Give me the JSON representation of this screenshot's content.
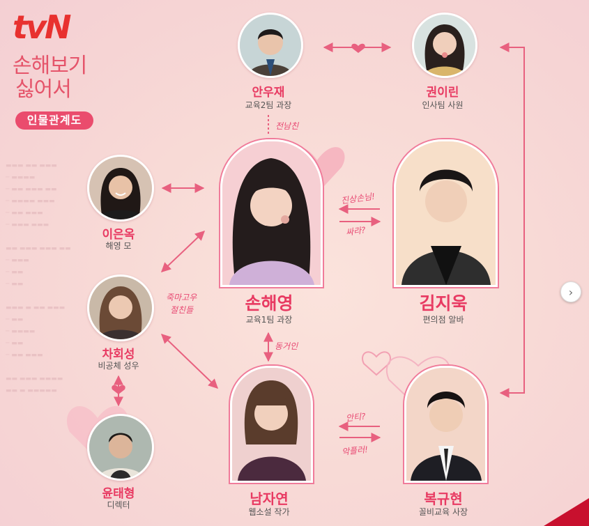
{
  "brand": {
    "logo_text": "tvN",
    "show_title_line1": "손해보기",
    "show_title_line2": "싫어서",
    "subtitle": "인물관계도"
  },
  "characters": {
    "anujae": {
      "name": "안우재",
      "role": "교육2팀 과장"
    },
    "kwonirin": {
      "name": "권이린",
      "role": "인사팀 사원"
    },
    "ieunok": {
      "name": "이은옥",
      "role": "해영 모"
    },
    "sonhaeyoung": {
      "name": "손해영",
      "role": "교육1팀 과장"
    },
    "kimjiuk": {
      "name": "김지욱",
      "role": "편의점 알바"
    },
    "chahuiseong": {
      "name": "차회성",
      "role": "비공체 성우"
    },
    "yuntaehyeong": {
      "name": "윤태형",
      "role": "디렉터"
    },
    "namjayeon": {
      "name": "남자연",
      "role": "웹소설 작가"
    },
    "bokgyuhyeon": {
      "name": "복규현",
      "role": "꼴비교육 사장"
    }
  },
  "relations": {
    "exboyfriend": "전남친",
    "customer": "진상손님!",
    "psycho": "싸라?",
    "friends_line1": "죽마고우",
    "friends_line2": "절친들",
    "roommate": "동거인",
    "anti": "안티?",
    "troll": "악플러!"
  },
  "colors": {
    "accent": "#e83a62",
    "arrow": "#e8607f",
    "pill": "#ea4c6d",
    "logo": "#e8312f"
  },
  "icons": {
    "next": "chevron-right-icon",
    "heart": "heart-icon"
  }
}
